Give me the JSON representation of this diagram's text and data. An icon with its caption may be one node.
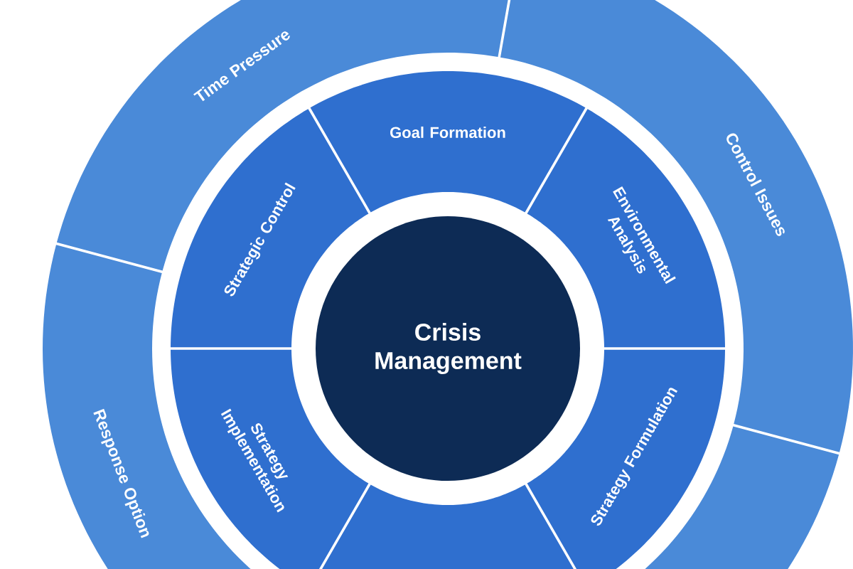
{
  "diagram": {
    "nodes": [
      {
        "text": [
          "Crisis Management"
        ]
      },
      {
        "text": [
          "Goal Formation"
        ]
      },
      {
        "text": [
          "Environmental Analysis"
        ]
      },
      {
        "text": [
          "Strategy Formulation"
        ]
      },
      {
        "text": [],
        "shape": "segment"
      },
      {
        "text": [
          "Strategy Implementation"
        ]
      },
      {
        "text": [
          "Strategic Control"
        ]
      },
      {
        "text": [
          "Time Pressure"
        ]
      },
      {
        "text": [
          "Control Issues"
        ]
      },
      {
        "text": [],
        "shape": "segment"
      },
      {
        "text": [
          "Response Option"
        ]
      }
    ]
  }
}
